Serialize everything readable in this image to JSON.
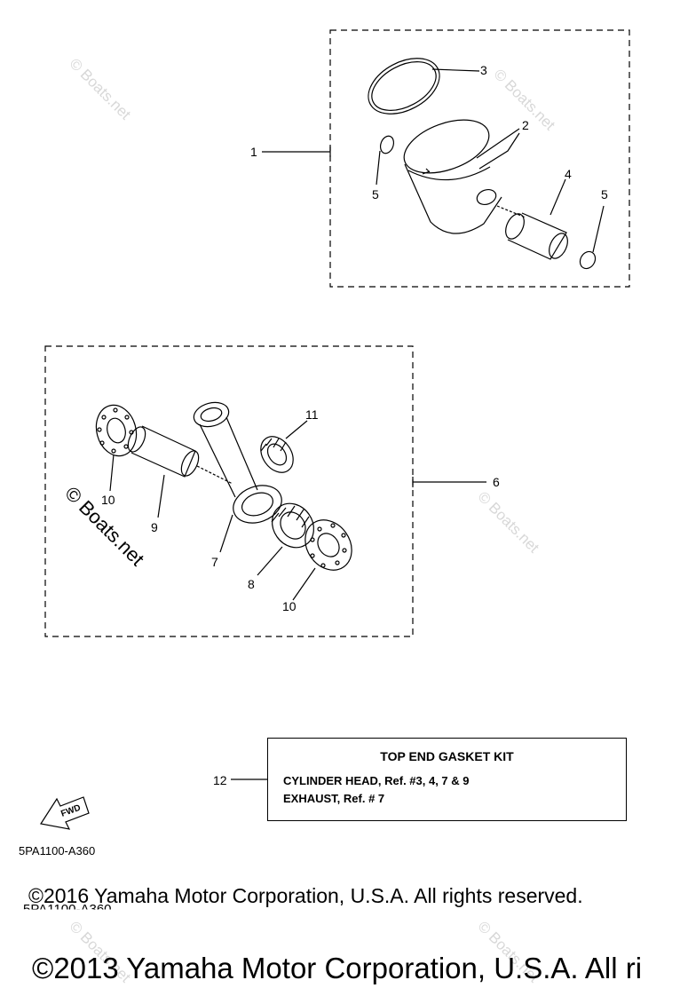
{
  "callouts": {
    "c1": "1",
    "c2": "2",
    "c3": "3",
    "c4": "4",
    "c5a": "5",
    "c5b": "5",
    "c6": "6",
    "c7": "7",
    "c8": "8",
    "c9": "9",
    "c10a": "10",
    "c10b": "10",
    "c11": "11",
    "c12": "12"
  },
  "kit": {
    "title": "TOP END GASKET KIT",
    "line1": "CYLINDER HEAD, Ref. #3, 4, 7 & 9",
    "line2": "EXHAUST, Ref. # 7"
  },
  "fwd_label": "FWD",
  "diagram_code": "5PA1100-A360",
  "copyright_2016": "©2016 Yamaha Motor Corporation, U.S.A. All rights reserved.",
  "diagram_code_ghost": "5PA1100-A360",
  "copyright_2013": "©2013 Yamaha Motor Corporation, U.S.A. All ri",
  "watermark": "© Boats.net",
  "colors": {
    "line": "#000000",
    "watermark": "#d8d8d8"
  }
}
